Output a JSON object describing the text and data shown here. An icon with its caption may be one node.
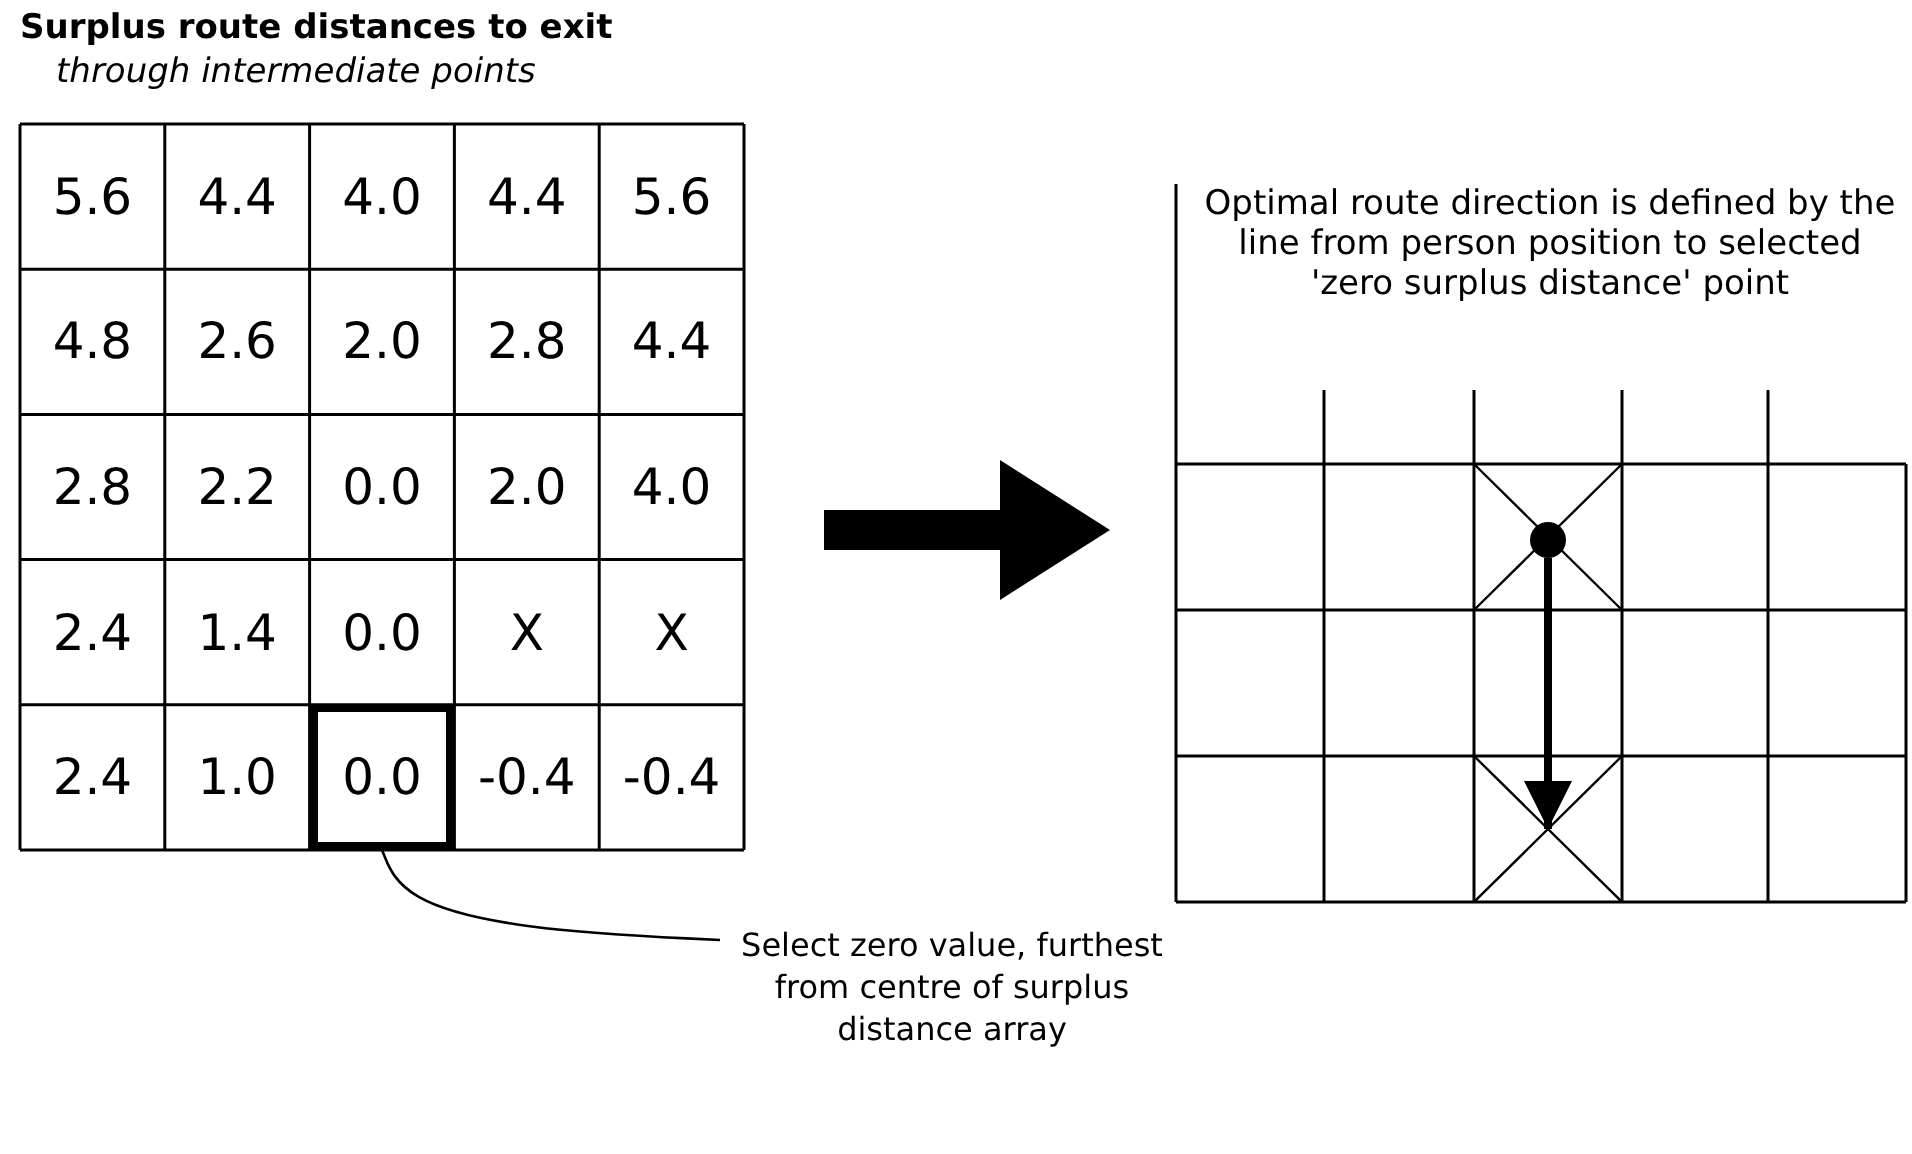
{
  "diagram": {
    "title": "Surplus route distances to exit",
    "caption": "through intermediate points",
    "nodes": [
      {
        "text": [
          "0.0"
        ]
      },
      {
        "text": [
          "Select zero value, furthest from centre of surplus distance array"
        ]
      },
      {
        "text": [],
        "shape": "circle"
      },
      {
        "text": [],
        "shape": "box"
      }
    ],
    "edges": [
      {
        "from": 1,
        "to": 0,
        "arrow": "none"
      },
      {
        "from": 2,
        "to": 3,
        "arrow": "to",
        "style": "thick"
      }
    ],
    "labels": [
      "5.6",
      "4.4",
      "4.0",
      "4.4",
      "5.6",
      "4.8",
      "2.6",
      "2.0",
      "2.8",
      "4.4",
      "2.8",
      "2.2",
      "0.0",
      "2.0",
      "4.0",
      "2.4",
      "1.4",
      "0.0",
      "X",
      "X",
      "2.4",
      "1.0",
      "-0.4",
      "-0.4",
      "Optimal route direction is defined by the line from person position to selected 'zero surplus distance' point"
    ]
  }
}
